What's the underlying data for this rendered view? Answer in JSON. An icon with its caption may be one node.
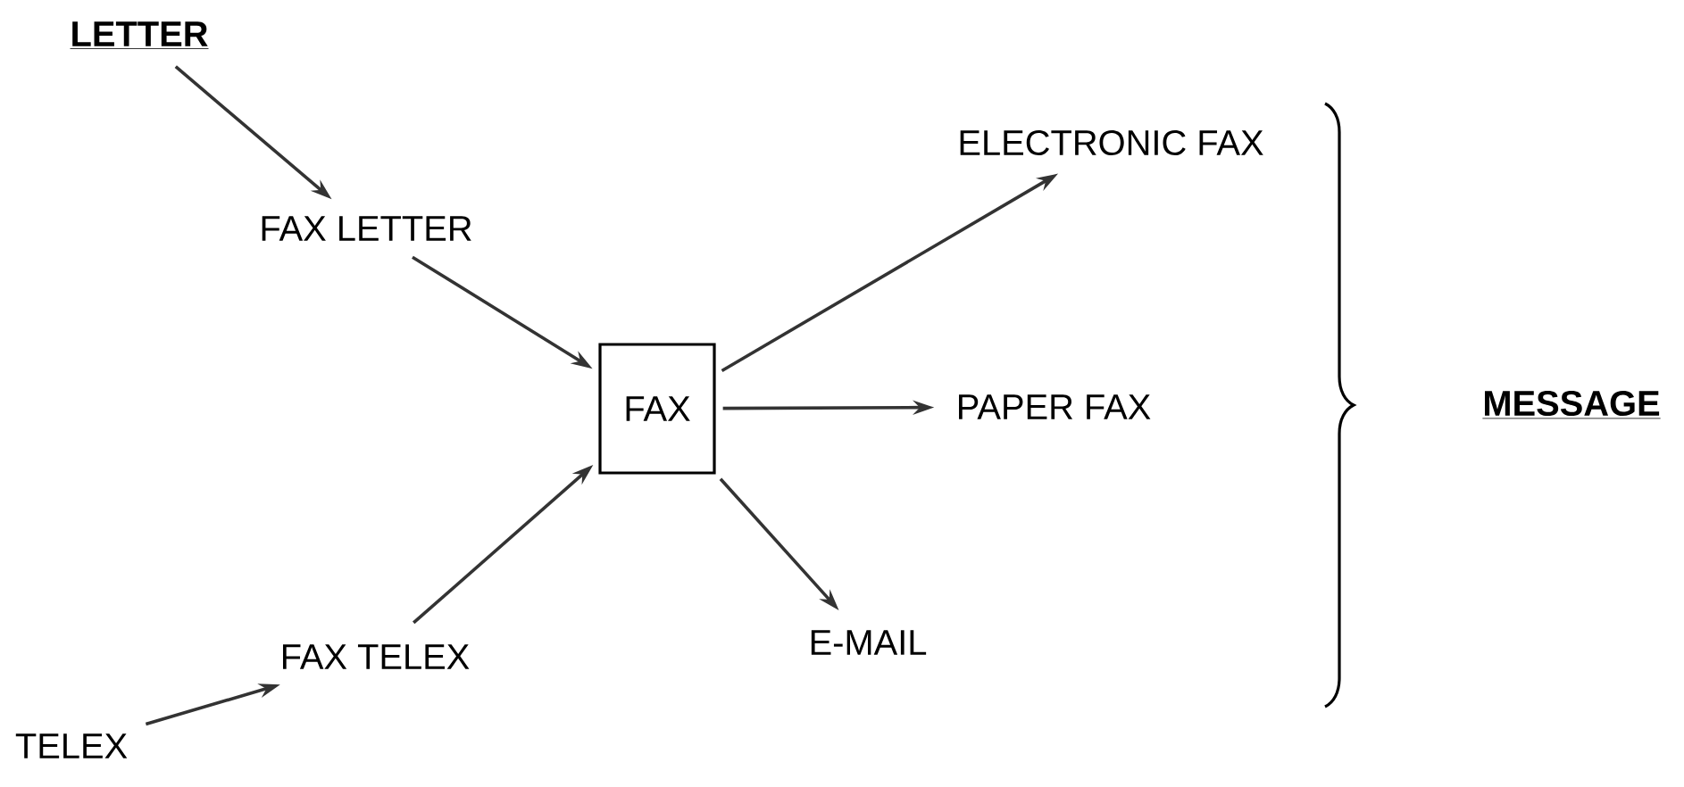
{
  "diagram": {
    "nodes": [
      {
        "text": [
          "LETTER"
        ]
      },
      {
        "text": [
          "FAX LETTER"
        ]
      },
      {
        "text": [
          "FAX"
        ]
      },
      {
        "text": [
          "FAX TELEX"
        ]
      },
      {
        "text": [
          "TELEX"
        ]
      },
      {
        "text": [
          "ELECTRONIC FAX"
        ]
      },
      {
        "text": [
          "PAPER FAX"
        ]
      },
      {
        "text": [
          "E-MAIL"
        ]
      }
    ],
    "edges": [
      {
        "from": 0,
        "to": 1,
        "arrow": "to"
      },
      {
        "from": 1,
        "to": 2,
        "arrow": "to"
      },
      {
        "from": 4,
        "to": 3,
        "arrow": "to"
      },
      {
        "from": 3,
        "to": 2,
        "arrow": "to"
      },
      {
        "from": 2,
        "to": 5,
        "arrow": "to"
      },
      {
        "from": 2,
        "to": 6,
        "arrow": "to"
      },
      {
        "from": 2,
        "to": 7,
        "arrow": "to"
      }
    ],
    "labels": [
      "MESSAGE"
    ]
  }
}
